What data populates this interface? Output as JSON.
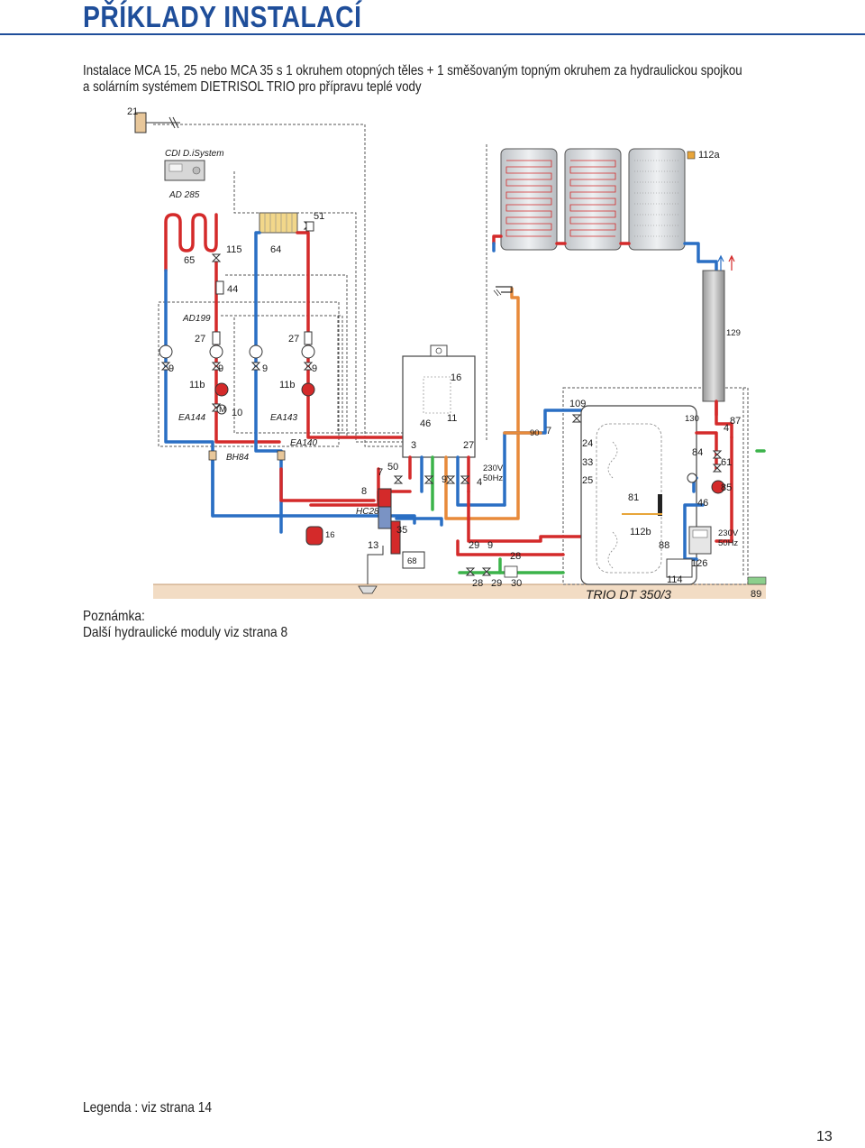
{
  "header": {
    "title": "PŘÍKLADY INSTALACÍ",
    "subtitle_line1": "Instalace MCA 15, 25 nebo MCA 35 s 1 okruhem otopných těles + 1 směšovaným topným okruhem za hydraulickou spojkou",
    "subtitle_line2": "a solárním systémem DIETRISOL TRIO pro přípravu teplé vody"
  },
  "diagram": {
    "labels": {
      "l21": "21",
      "cdi": "CDI D.iSystem",
      "ad285": "AD 285",
      "l112a": "112a",
      "l51": "51",
      "l65": "65",
      "l115": "115",
      "l64": "64",
      "l44": "44",
      "ad199": "AD199",
      "l27a": "27",
      "l27b": "27",
      "l129": "129",
      "l9a": "9",
      "l9b": "9",
      "l9c": "9",
      "l9d": "9",
      "l11ba": "11b",
      "l11bb": "11b",
      "l16top": "16",
      "l109": "109",
      "ea144": "EA144",
      "l10": "10",
      "ea143": "EA143",
      "l46a": "46",
      "l11": "11",
      "l130": "130",
      "l87": "87",
      "l4a": "4",
      "l90": "90",
      "l7a": "7",
      "l24": "24",
      "l84": "84",
      "ea140": "EA140",
      "l3": "3",
      "l27c": "27",
      "bh84": "BH84",
      "l61": "61",
      "l33": "33",
      "l50": "50",
      "l7b": "7",
      "v230a": "230V",
      "hz50a": "50Hz",
      "l25": "25",
      "l9e": "9",
      "l4b": "4",
      "l8": "8",
      "l81": "81",
      "l85": "85",
      "l46b": "46",
      "hc28": "HC28",
      "l16b": "16",
      "l35": "35",
      "l112b": "112b",
      "v230b": "230V",
      "hz50b": "50Hz",
      "l13": "13",
      "l29a": "29",
      "l9f": "9",
      "l88": "88",
      "l28a": "28",
      "l68": "68",
      "l126": "126",
      "l114": "114",
      "l28b": "28",
      "l29b": "29",
      "l30": "30",
      "model": "TRIO DT 350/3",
      "l89": "89",
      "motor": "M"
    }
  },
  "notes": {
    "heading": "Poznámka:",
    "text": "Další hydraulické moduly viz strana 8"
  },
  "footer": {
    "legend": "Legenda : viz strana 14",
    "page_number": "13"
  },
  "colors": {
    "brand_blue": "#1f4e9a",
    "pipe_red": "#d42a2a",
    "pipe_blue": "#2a6fc4",
    "pipe_orange": "#e88a3a",
    "pipe_green": "#3bb34a",
    "panel_gray": "#c9c9c9"
  }
}
